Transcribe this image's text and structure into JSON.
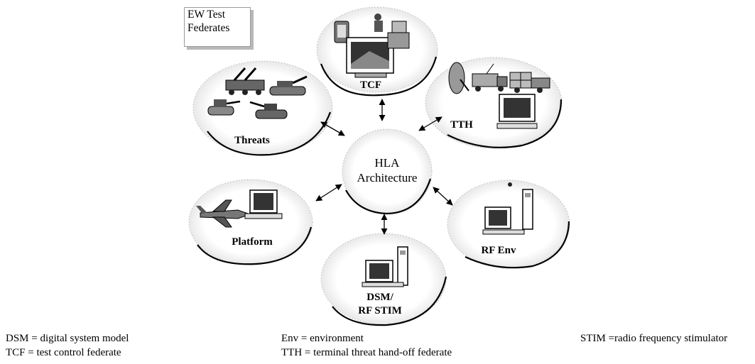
{
  "title_box": {
    "lines": [
      "EW Test",
      "Federates"
    ]
  },
  "hub": {
    "lines": [
      "HLA",
      "Architecture"
    ]
  },
  "federates": {
    "tcf": {
      "label": "TCF"
    },
    "tth": {
      "label": "TTH"
    },
    "threats": {
      "label": "Threats"
    },
    "platform": {
      "label": "Platform"
    },
    "rf_env": {
      "label": "RF Env"
    },
    "dsm": {
      "lines": [
        "DSM/",
        "RF STIM"
      ]
    }
  },
  "legend": {
    "dsm": "DSM = digital system model",
    "tcf": "TCF = test control federate",
    "env": "Env = environment",
    "tth": "TTH = terminal threat hand-off federate",
    "stim": "STIM =radio frequency stimulator"
  },
  "icons": [
    "monitor-icon",
    "operator-workstation-icon",
    "missile-launcher-icon",
    "tank-icon",
    "radar-dish-icon",
    "truck-icon",
    "computer-icon",
    "fighter-jet-icon",
    "computer-tower-icon"
  ]
}
